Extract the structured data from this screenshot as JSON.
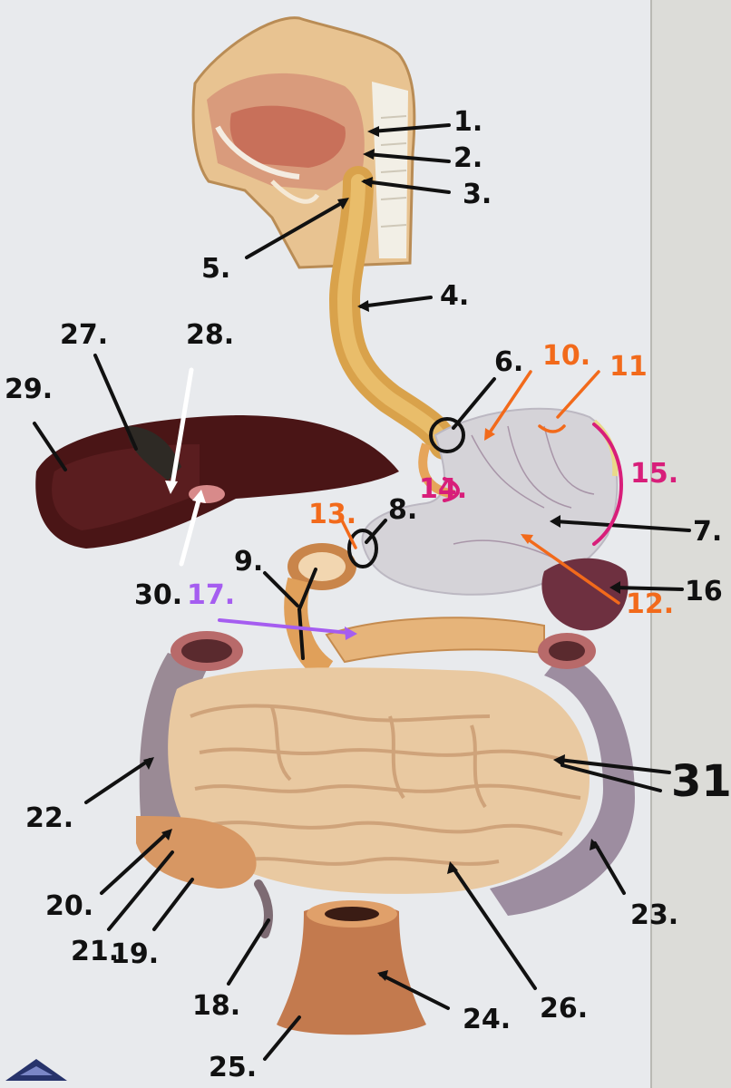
{
  "labels": {
    "l1": "1.",
    "l2": "2.",
    "l3": "3.",
    "l4": "4.",
    "l5": "5.",
    "l6": "6.",
    "l7": "7.",
    "l8": "8.",
    "l9": "9.",
    "l10": "10.",
    "l11": "11",
    "l12": "12.",
    "l13": "13.",
    "l14": "14.",
    "l15": "15.",
    "l16": "16",
    "l17": "17.",
    "l18": "18.",
    "l19": "19.",
    "l20": "20.",
    "l21": "21.",
    "l22": "22.",
    "l23": "23.",
    "l24": "24.",
    "l25": "25.",
    "l26": "26.",
    "l27": "27.",
    "l28": "28.",
    "l29": "29.",
    "l30": "30.",
    "l31": "31"
  },
  "colors": {
    "black_ink": "#111111",
    "orange_ink": "#f26a1b",
    "pink_ink": "#d81e7a",
    "purple_ink": "#a55df0",
    "white_ink": "#ffffff",
    "board": "#e9ebee"
  }
}
